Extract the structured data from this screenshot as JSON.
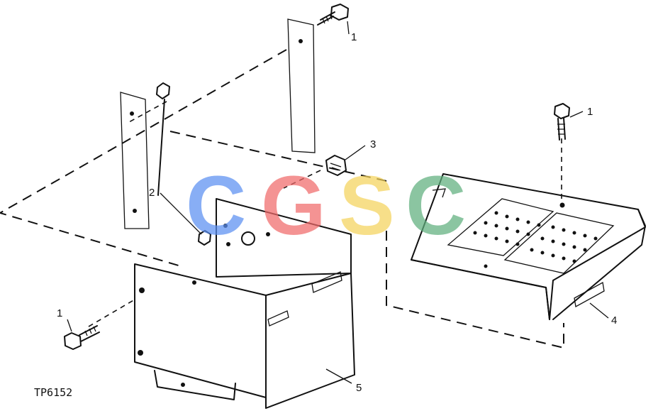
{
  "figure": {
    "id_label": "TP6152",
    "watermark": {
      "letters": [
        {
          "char": "C",
          "color": "#5b8ff2"
        },
        {
          "char": "G",
          "color": "#f06a6a"
        },
        {
          "char": "S",
          "color": "#f5d35c"
        },
        {
          "char": "C",
          "color": "#5fb07e"
        }
      ]
    },
    "callouts": [
      {
        "label": "1"
      },
      {
        "label": "1"
      },
      {
        "label": "1"
      },
      {
        "label": "2"
      },
      {
        "label": "3"
      },
      {
        "label": "4"
      },
      {
        "label": "5"
      }
    ]
  }
}
